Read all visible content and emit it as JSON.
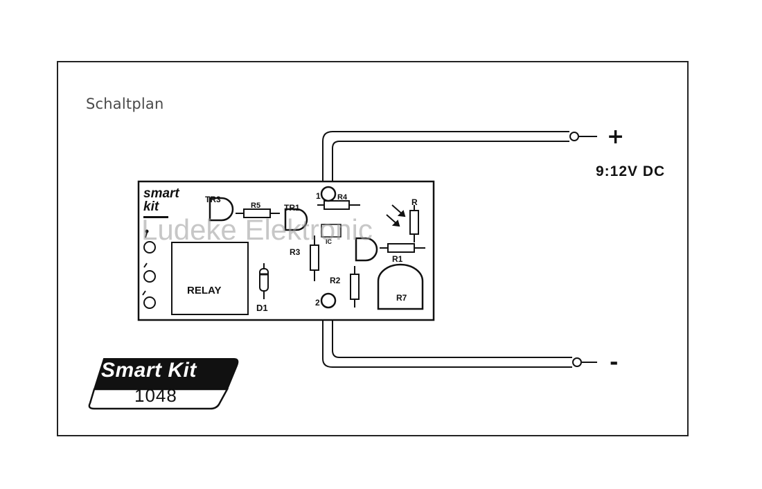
{
  "title": "Schaltplan",
  "power": {
    "plus": "+",
    "minus": "-",
    "voltage": "9:12V DC"
  },
  "board": {
    "brand_line1": "smart",
    "brand_line2": "kit",
    "labels": {
      "tr3": "TR3",
      "r5": "R5",
      "tr1": "TR1",
      "r4": "R4",
      "pin1": "1",
      "pin2": "2",
      "r": "R",
      "r3": "R3",
      "r1": "R1",
      "r2": "R2",
      "r7": "R7",
      "relay": "RELAY",
      "d1": "D1"
    },
    "watermark": "Ludeke Elektronic"
  },
  "logo": {
    "name": "Smart Kit",
    "number": "1048"
  }
}
